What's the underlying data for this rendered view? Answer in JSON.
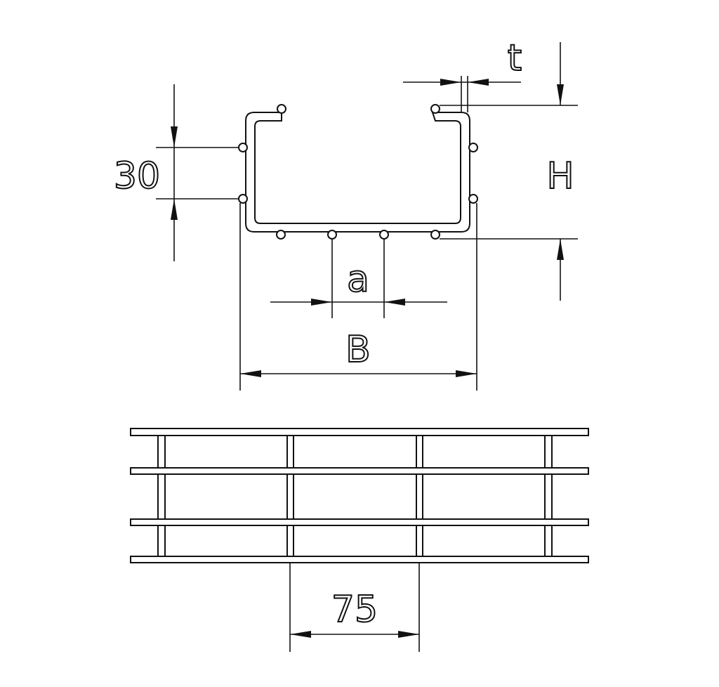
{
  "labels": {
    "thirty": "30",
    "t": "t",
    "H": "H",
    "a": "a",
    "B": "B",
    "seventy_five": "75"
  }
}
